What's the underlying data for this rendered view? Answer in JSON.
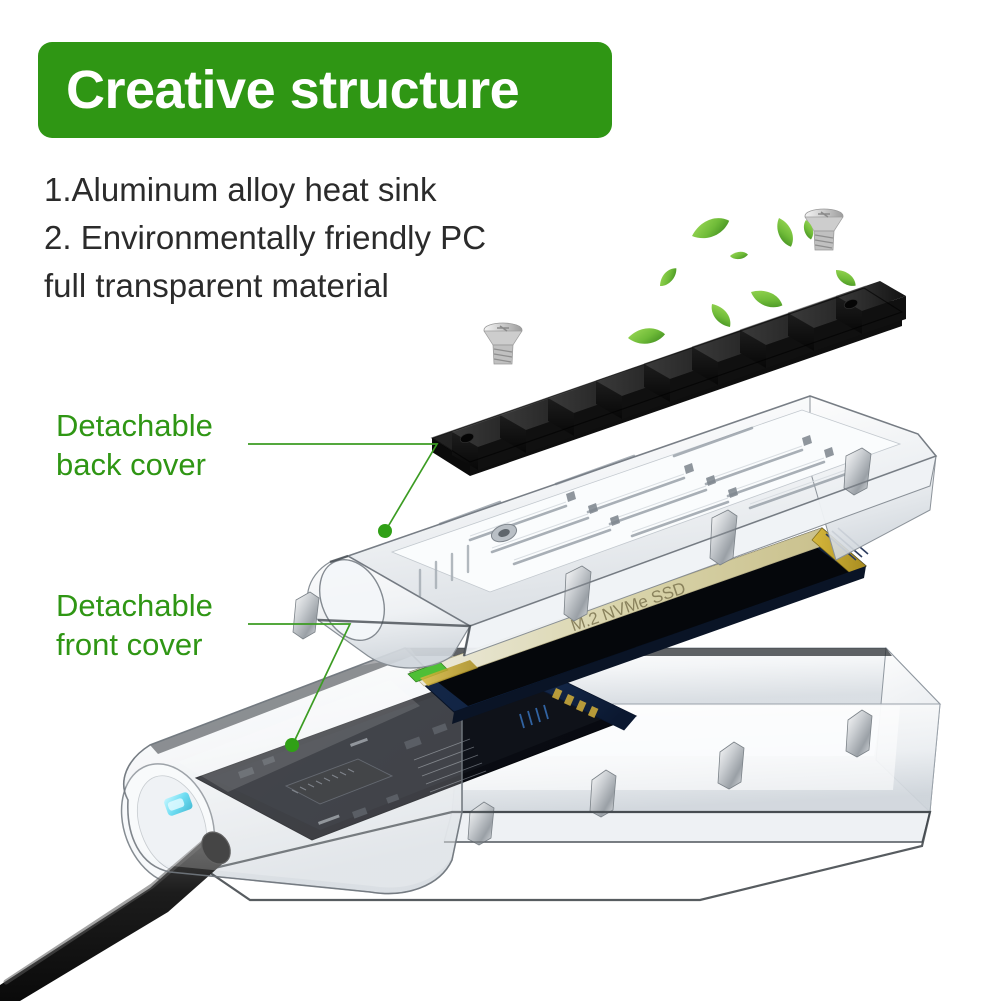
{
  "banner": {
    "title": "Creative structure",
    "bg_color": "#2f9614",
    "text_color": "#ffffff"
  },
  "features": {
    "lines": [
      "1.Aluminum alloy heat sink",
      "2. Environmentally friendly PC",
      "full transparent material"
    ],
    "text_color": "#2b2b2b"
  },
  "callouts": [
    {
      "id": "back-cover",
      "line1": "Detachable",
      "line2": "back cover",
      "color": "#2f9614"
    },
    {
      "id": "front-cover",
      "line1": "Detachable",
      "line2": "front cover",
      "color": "#2f9614"
    }
  ],
  "product": {
    "type": "M.2 NVMe SSD enclosure exploded view",
    "heatsink": {
      "name": "aluminum-alloy-heat-sink",
      "color": "#141414",
      "fin_count": 9
    },
    "back_cover": {
      "name": "transparent-back-cover",
      "material": "transparent PC"
    },
    "front_cover": {
      "name": "transparent-front-cover",
      "material": "transparent PC"
    },
    "ssd": {
      "name": "m2-nvme-ssd",
      "label_text": "M.2 NVMe SSD",
      "pcb_color": "#123a6b",
      "label_color": "#d8d2a0"
    },
    "mainboard": {
      "name": "controller-pcb",
      "color": "#0d1018"
    },
    "led": {
      "name": "status-led",
      "color": "#4fd8f0"
    },
    "cable": {
      "name": "usb-cable",
      "color": "#1a1a1a"
    },
    "screws": {
      "count": 2,
      "color": "#c9c9c9"
    },
    "leaves": {
      "count": 9,
      "color": "#76c043"
    }
  }
}
